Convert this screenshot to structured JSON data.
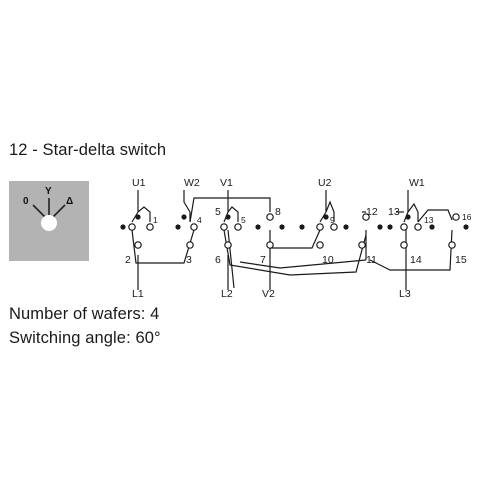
{
  "title": "12 - Star-delta switch",
  "wafers_text": "Number of wafers: 4",
  "angle_text": "Switching angle: 60°",
  "dial": {
    "positions": [
      "0",
      "Y",
      "Δ"
    ],
    "background_color": "#b3b3b3"
  },
  "terminals": {
    "t1": "1",
    "t2": "2",
    "t3": "3",
    "t4": "4",
    "t5": "5",
    "t5b": "5",
    "t6": "6",
    "t7": "7",
    "t8": "8",
    "t9": "9",
    "t10": "10",
    "t11": "11",
    "t12": "12",
    "t13": "13",
    "t13b": "13",
    "t14": "14",
    "t15": "15",
    "t16": "16"
  },
  "motor_labels": {
    "U1": "U1",
    "W2": "W2",
    "V1": "V1",
    "U2": "U2",
    "W1": "W1"
  },
  "line_labels": {
    "L1": "L1",
    "L2": "L2",
    "V2": "V2",
    "L3": "L3"
  }
}
